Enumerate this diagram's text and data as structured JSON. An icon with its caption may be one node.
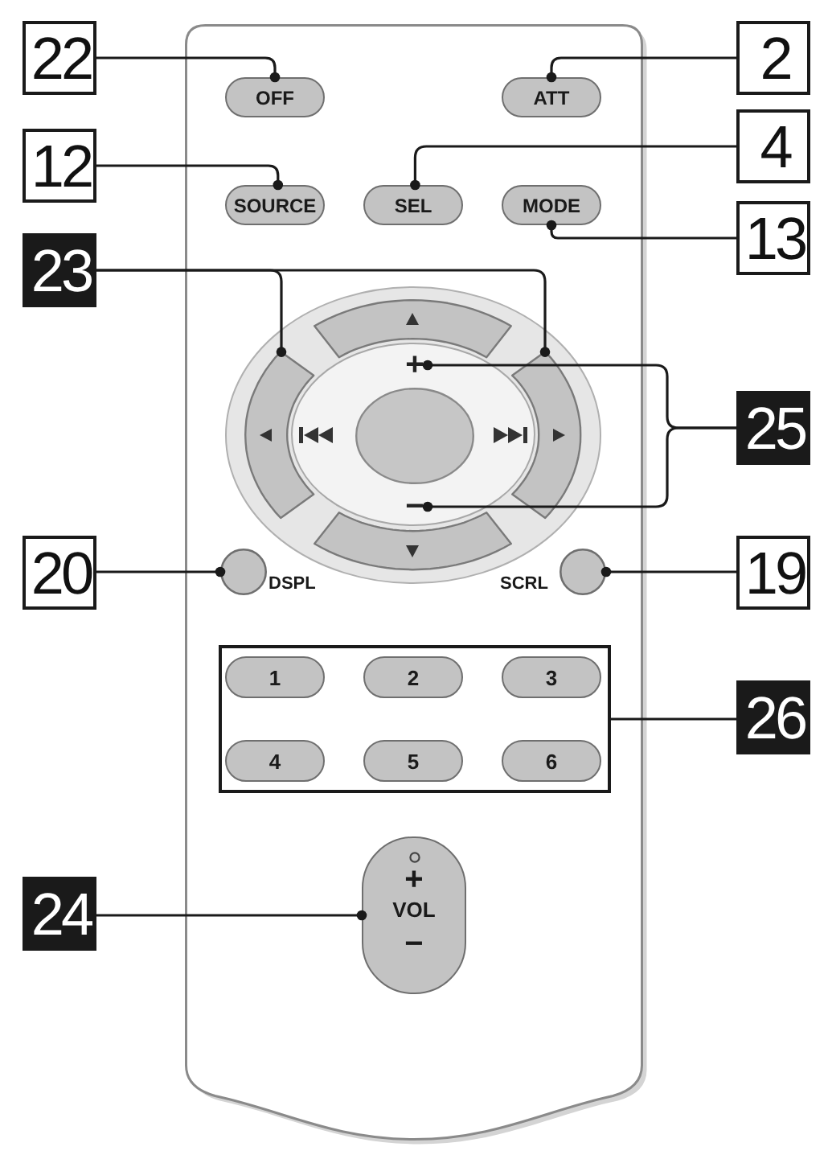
{
  "diagram": {
    "nodes": [
      {
        "text": [],
        "shape": "box"
      },
      {
        "text": [
          "22"
        ]
      },
      {
        "text": [
          "OFF"
        ],
        "in": 0
      },
      {
        "text": [
          "ATT"
        ],
        "in": 0
      },
      {
        "text": [
          "2"
        ]
      },
      {
        "text": [
          "4"
        ]
      },
      {
        "text": [
          "12"
        ]
      },
      {
        "text": [
          "SOURCE"
        ],
        "in": 0
      },
      {
        "text": [
          "SEL"
        ],
        "in": 0
      },
      {
        "text": [
          "MODE"
        ],
        "in": 0
      },
      {
        "text": [
          "13"
        ]
      },
      {
        "text": [
          "23"
        ]
      },
      {
        "text": [],
        "shape": "ellipse",
        "in": 0
      },
      {
        "text": [],
        "shape": "arc",
        "in": 12
      },
      {
        "text": [],
        "shape": "arc",
        "in": 12
      },
      {
        "text": [],
        "shape": "ellipse",
        "in": 12
      },
      {
        "text": [
          "+"
        ],
        "in": 15
      },
      {
        "text": [],
        "shape": "ellipse",
        "in": 15
      },
      {
        "text": [
          "−"
        ],
        "in": 15
      },
      {
        "text": [],
        "shape": "arc",
        "in": 12
      },
      {
        "text": [],
        "shape": "arc",
        "in": 12
      },
      {
        "text": [
          "25"
        ]
      },
      {
        "text": [
          "20"
        ]
      },
      {
        "text": [],
        "shape": "circle",
        "in": 0,
        "beside": [
          "DSPL"
        ]
      },
      {
        "text": [],
        "shape": "circle",
        "in": 0,
        "beside": [
          "SCRL"
        ]
      },
      {
        "text": [
          "19"
        ]
      },
      {
        "text": [],
        "shape": "box",
        "in": 0
      },
      {
        "text": [
          "1"
        ],
        "in": 26
      },
      {
        "text": [
          "2"
        ],
        "in": 26
      },
      {
        "text": [
          "3"
        ],
        "in": 26
      },
      {
        "text": [
          "4"
        ],
        "in": 26
      },
      {
        "text": [
          "5"
        ],
        "in": 26
      },
      {
        "text": [
          "6"
        ],
        "in": 26
      },
      {
        "text": [
          "26"
        ]
      },
      {
        "text": [
          "24"
        ]
      },
      {
        "text": [
          "+",
          "VOL",
          "−"
        ],
        "in": 0
      }
    ],
    "edges": [
      {
        "from": 1,
        "to": 2,
        "arrow": "other"
      },
      {
        "from": 4,
        "to": 3,
        "arrow": "other"
      },
      {
        "from": 5,
        "to": 8,
        "arrow": "other"
      },
      {
        "from": 6,
        "to": 7,
        "arrow": "other"
      },
      {
        "from": 10,
        "to": 9,
        "arrow": "other"
      },
      {
        "from": 11,
        "to": 14,
        "arrow": "other"
      },
      {
        "from": 11,
        "to": 19,
        "arrow": "other"
      },
      {
        "from": 21,
        "to": 16,
        "arrow": "other"
      },
      {
        "from": 21,
        "to": 18,
        "arrow": "other"
      },
      {
        "from": 22,
        "to": 23,
        "arrow": "other"
      },
      {
        "from": 25,
        "to": 24,
        "arrow": "other"
      },
      {
        "from": 33,
        "to": 26,
        "arrow": "none"
      },
      {
        "from": 34,
        "to": 35,
        "arrow": "other"
      }
    ]
  }
}
